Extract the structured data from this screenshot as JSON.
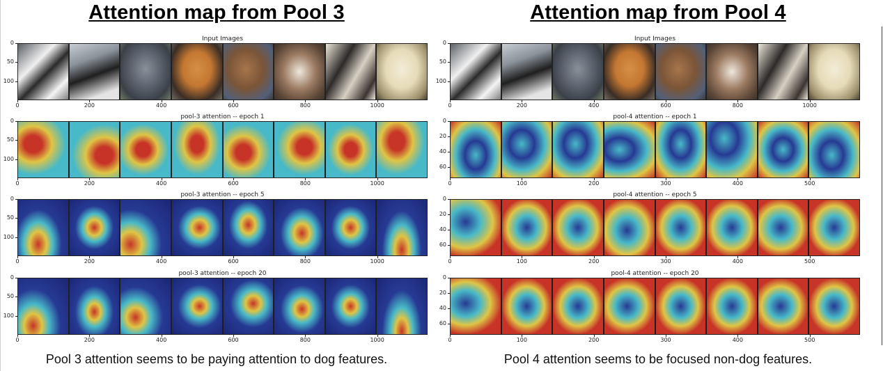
{
  "panels": [
    {
      "id": "pool3",
      "title": "Attention map from Pool 3",
      "caption": "Pool 3 attention seems to be paying attention to dog features.",
      "rows": [
        {
          "title": "Input Images",
          "kind": "input",
          "yticks": [
            "0",
            "50",
            "100"
          ],
          "yticks_max": 150,
          "xticks": [
            "0",
            "200",
            "400",
            "600",
            "800",
            "1000"
          ],
          "xticks_max": 1140
        },
        {
          "title": "pool-3 attention -- epoch 1",
          "kind": "p3e1",
          "yticks": [
            "0",
            "50",
            "100"
          ],
          "yticks_max": 150,
          "xticks": [
            "0",
            "200",
            "400",
            "600",
            "800",
            "1000"
          ],
          "xticks_max": 1140
        },
        {
          "title": "pool-3 attention -- epoch 5",
          "kind": "p3e5",
          "yticks": [
            "0",
            "50",
            "100"
          ],
          "yticks_max": 150,
          "xticks": [
            "0",
            "200",
            "400",
            "600",
            "800",
            "1000"
          ],
          "xticks_max": 1140
        },
        {
          "title": "pool-3 attention -- epoch 20",
          "kind": "p3e20",
          "yticks": [
            "0",
            "50",
            "100"
          ],
          "yticks_max": 150,
          "xticks": [
            "0",
            "200",
            "400",
            "600",
            "800",
            "1000"
          ],
          "xticks_max": 1140
        }
      ]
    },
    {
      "id": "pool4",
      "title": "Attention map from Pool 4",
      "caption": "Pool 4 attention seems to be focused non-dog features.",
      "rows": [
        {
          "title": "Input Images",
          "kind": "input",
          "yticks": [
            "0",
            "50",
            "100"
          ],
          "yticks_max": 150,
          "xticks": [
            "0",
            "200",
            "400",
            "600",
            "800",
            "1000"
          ],
          "xticks_max": 1140
        },
        {
          "title": "pool-4 attention -- epoch 1",
          "kind": "p4e1",
          "yticks": [
            "0",
            "20",
            "40",
            "60"
          ],
          "yticks_max": 75,
          "xticks": [
            "0",
            "100",
            "200",
            "300",
            "400",
            "500"
          ],
          "xticks_max": 570
        },
        {
          "title": "pool-4 attention -- epoch 5",
          "kind": "p4e5",
          "yticks": [
            "0",
            "20",
            "40",
            "60"
          ],
          "yticks_max": 75,
          "xticks": [
            "0",
            "100",
            "200",
            "300",
            "400",
            "500"
          ],
          "xticks_max": 570
        },
        {
          "title": "pool-4 attention -- epoch 20",
          "kind": "p4e20",
          "yticks": [
            "0",
            "20",
            "40",
            "60"
          ],
          "yticks_max": 75,
          "xticks": [
            "0",
            "100",
            "200",
            "300",
            "400",
            "500"
          ],
          "xticks_max": 570
        }
      ]
    }
  ],
  "tiles_per_row": 8,
  "colors": {
    "jet_red": "#d8392b",
    "jet_yellow": "#f2d64b",
    "jet_cyan": "#4fc9d9",
    "jet_blue": "#2a3fa0",
    "jet_deep_blue": "#1d2a80"
  }
}
